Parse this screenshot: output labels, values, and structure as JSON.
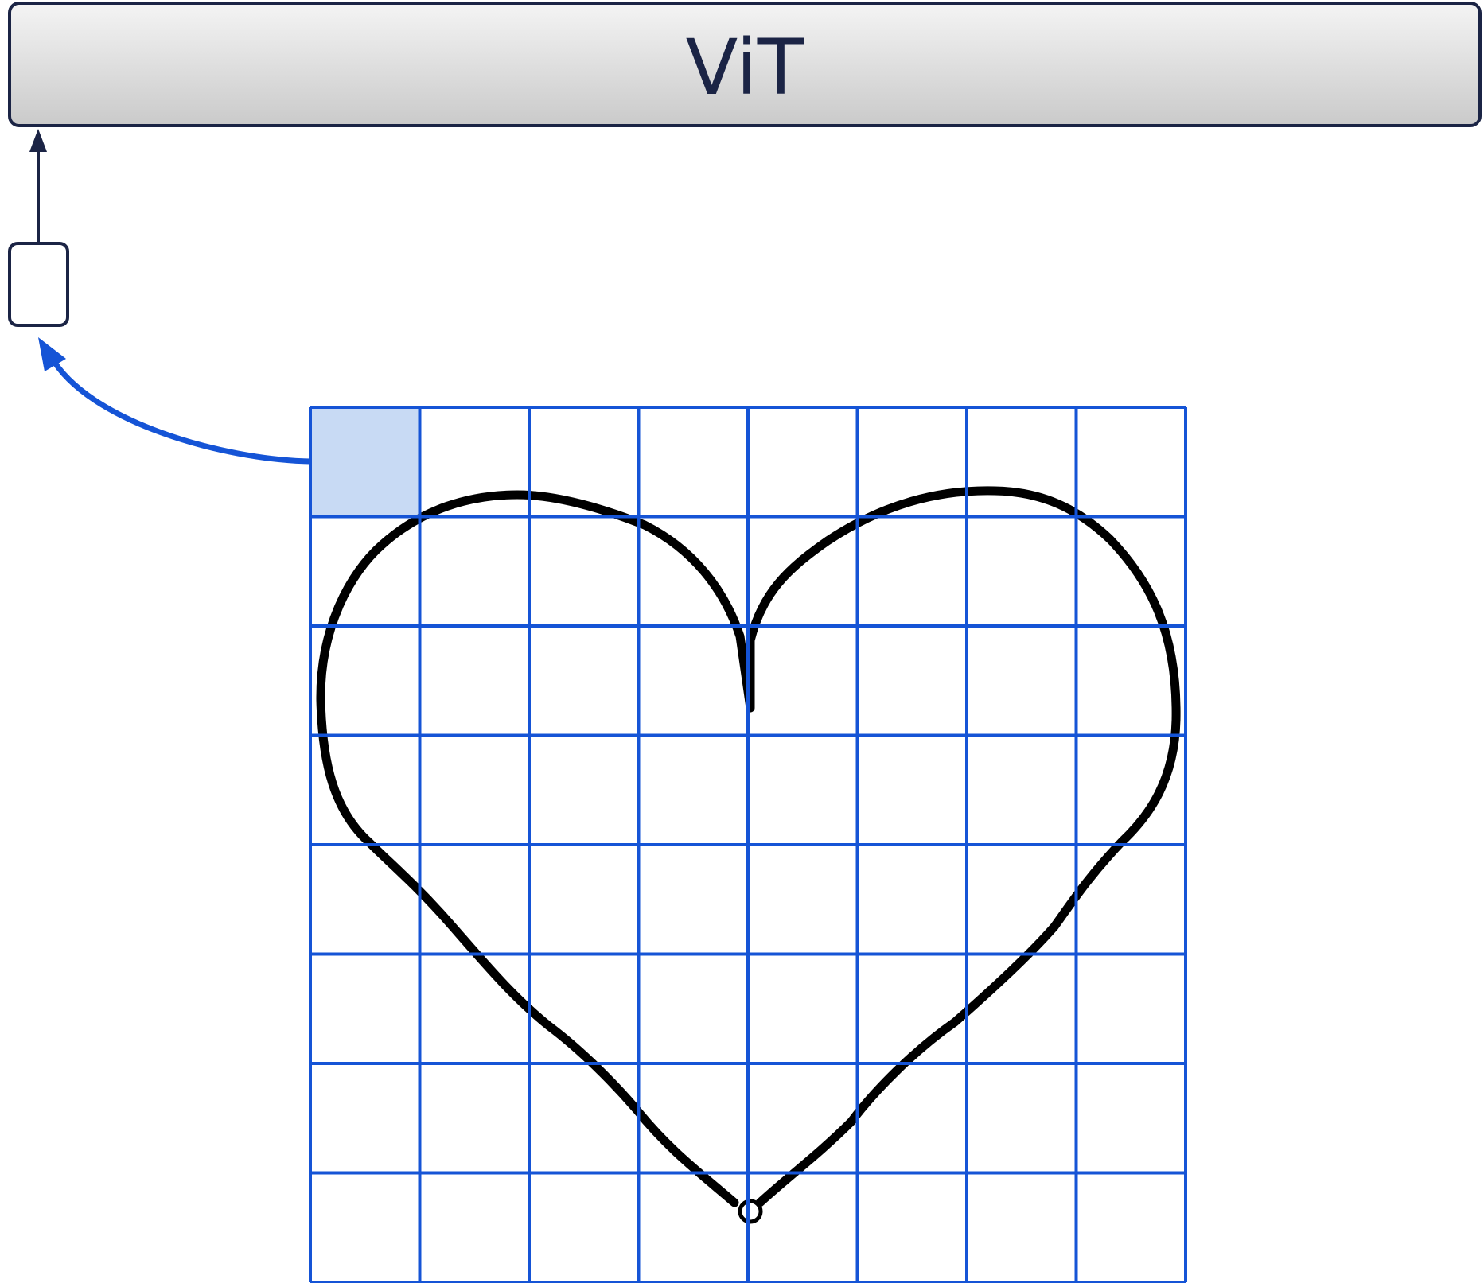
{
  "model_block": {
    "label": "ViT"
  },
  "patch_grid": {
    "rows": 8,
    "cols": 8,
    "highlighted_patch": {
      "row": 0,
      "col": 0
    }
  },
  "colors": {
    "grid_line": "#1554d6",
    "highlight_fill": "#c8daf4",
    "curve_arrow": "#1554d6",
    "block_stroke": "#1b2445",
    "block_gradient_top": "#f4f4f4",
    "block_gradient_bottom": "#cacaca",
    "heart_stroke": "#000000"
  },
  "icons": {
    "heart": "heart-outline-drawing",
    "token": "token-box"
  }
}
